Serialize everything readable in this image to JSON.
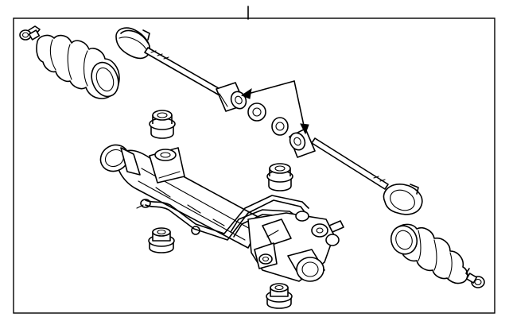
{
  "diagram": {
    "stroke_color": "#000000",
    "background_color": "#ffffff",
    "parts": [
      "callout-leader",
      "diagram-frame",
      "clamp-left",
      "boot-left",
      "boot-band-left",
      "tie-rod-left",
      "tie-rod-end-left",
      "washer-left",
      "washer-right",
      "tie-rod-end-right",
      "tie-rod-right",
      "boot-band-right",
      "boot-right",
      "clamp-right",
      "bushing-top-left",
      "bushing-top-right",
      "bushing-bottom-left",
      "bushing-bottom-right",
      "steering-rack-housing",
      "hydraulic-lines",
      "control-valve",
      "pointer-arrows"
    ]
  }
}
